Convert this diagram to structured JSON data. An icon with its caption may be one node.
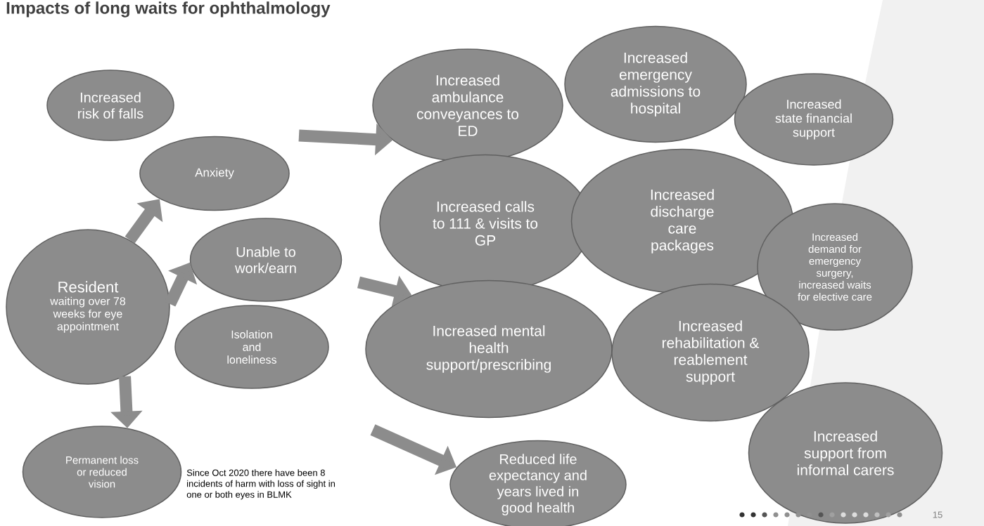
{
  "diagram": {
    "title": "Impacts of long waits for ophthalmology",
    "nodes": [
      {
        "text": [
          "Increased risk of falls"
        ]
      },
      {
        "text": [
          "Anxiety"
        ]
      },
      {
        "text": [
          "Resident",
          "waiting over 78 weeks for eye appointment"
        ]
      },
      {
        "text": [
          "Unable to work/earn"
        ]
      },
      {
        "text": [
          "Isolation and loneliness"
        ]
      },
      {
        "text": [
          "Permanent loss or reduced vision"
        ]
      },
      {
        "text": [
          "Increased ambulance conveyances to ED"
        ]
      },
      {
        "text": [
          "Increased emergency admissions to hospital"
        ]
      },
      {
        "text": [
          "Increased state financial support"
        ]
      },
      {
        "text": [
          "Increased calls to 111 & visits to GP"
        ]
      },
      {
        "text": [
          "Increased discharge care packages"
        ]
      },
      {
        "text": [
          "Increased demand for emergency surgery, increased waits for elective care"
        ]
      },
      {
        "text": [
          "Increased mental health support/prescribing"
        ]
      },
      {
        "text": [
          "Increased rehabilitation & reablement support"
        ]
      },
      {
        "text": [
          "Reduced life expectancy and years lived in good health"
        ]
      },
      {
        "text": [
          "Increased support from informal carers"
        ]
      }
    ],
    "edges": [
      {
        "from": 2,
        "to": 1,
        "arrow": "to"
      },
      {
        "from": 2,
        "to": 3,
        "arrow": "to"
      },
      {
        "from": 2,
        "to": 5,
        "arrow": "to"
      },
      {
        "from": null,
        "to": 6,
        "arrow": "to"
      },
      {
        "from": null,
        "to": 12,
        "arrow": "to"
      },
      {
        "from": null,
        "to": 14,
        "arrow": "to"
      }
    ],
    "labels": [
      "Since Oct 2020 there have been 8 incidents of harm with loss of sight in one or both eyes in BLMK",
      "15"
    ]
  }
}
